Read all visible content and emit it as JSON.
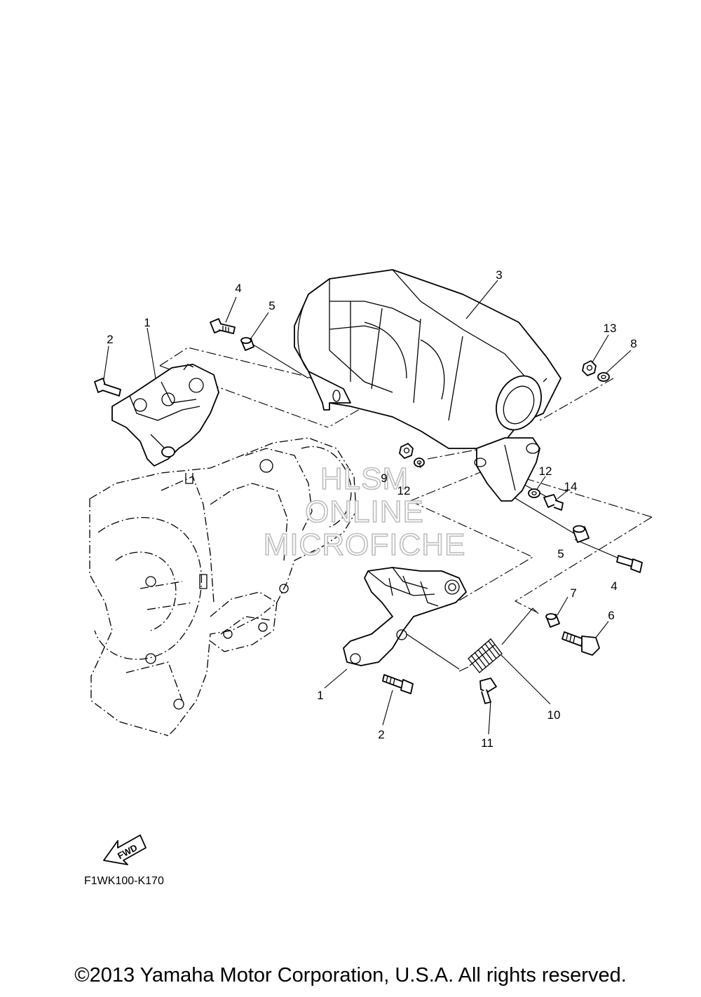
{
  "callouts": {
    "c1_top": "1",
    "c2_top": "2",
    "c3": "3",
    "c4_top": "4",
    "c5_top": "5",
    "c13": "13",
    "c8": "8",
    "c9": "9",
    "c12_left": "12",
    "c12_right": "12",
    "c14": "14",
    "c5_right": "5",
    "c4_right": "4",
    "c7": "7",
    "c6": "6",
    "c10": "10",
    "c1_bottom": "1",
    "c2_bottom": "2",
    "c11": "11"
  },
  "watermark": {
    "line1": "HLSM",
    "line2": "ONLINE",
    "line3": "MICROFICHE"
  },
  "direction_badge": "FWD",
  "diagram_code": "F1WK100-K170",
  "copyright": "©2013 Yamaha Motor Corporation, U.S.A. All rights reserved."
}
